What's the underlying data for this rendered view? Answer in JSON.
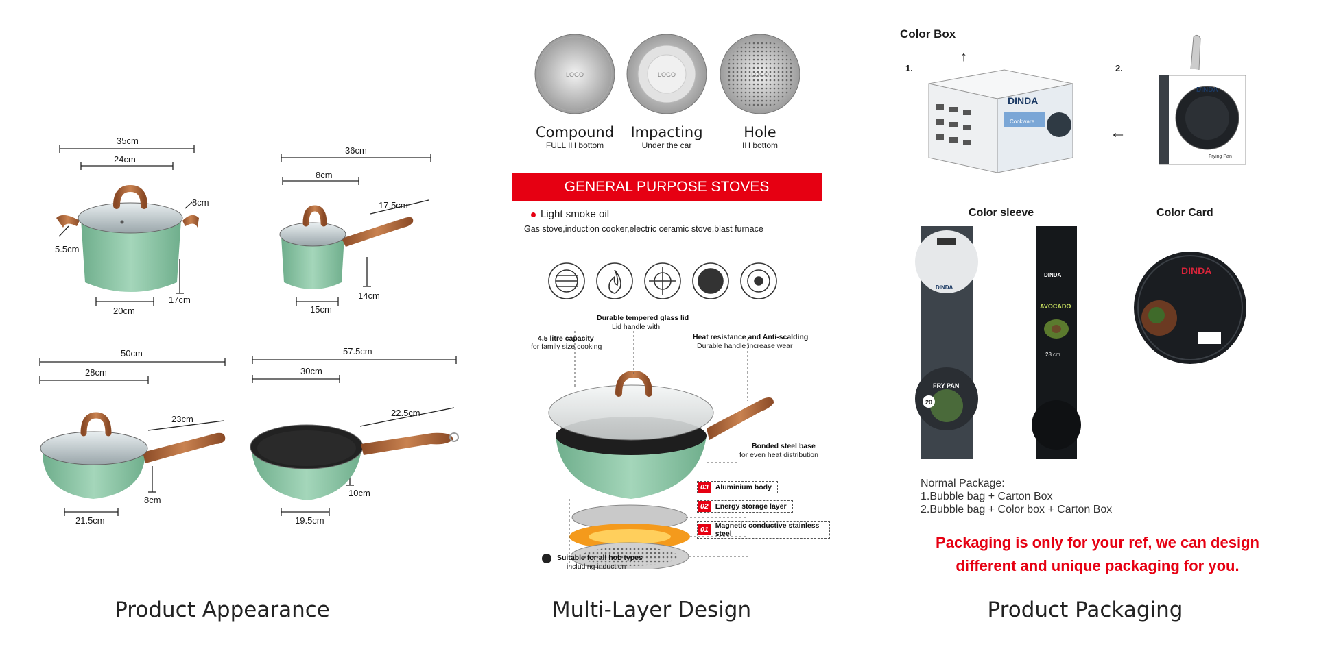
{
  "appearance": {
    "pot1": {
      "w_top": "35cm",
      "w_inner": "24cm",
      "handle": "8cm",
      "side": "5.5cm",
      "h": "17cm",
      "base": "20cm"
    },
    "pot2": {
      "w_top": "36cm",
      "w_inner": "8cm",
      "handle": "17.5cm",
      "h": "14cm",
      "base": "15cm"
    },
    "pot3": {
      "w_top": "50cm",
      "w_inner": "28cm",
      "handle": "23cm",
      "h": "8cm",
      "base": "21.5cm"
    },
    "pot4": {
      "w_top": "57.5cm",
      "w_inner": "30cm",
      "handle": "22.5cm",
      "h": "10cm",
      "base": "19.5cm"
    },
    "caption": "Product Appearance"
  },
  "multilayer": {
    "bottoms": [
      {
        "title": "Compound",
        "sub": "FULL IH bottom"
      },
      {
        "title": "Impacting",
        "sub": "Under the car"
      },
      {
        "title": "Hole",
        "sub": "IH bottom"
      }
    ],
    "logo_text": "LOGO",
    "banner": "GENERAL PURPOSE STOVES",
    "bullet": "Light smoke oil",
    "stoves": "Gas stove,induction cooker,electric ceramic stove,blast furnace",
    "callouts": {
      "lid_title": "Durable tempered glass lid",
      "lid_sub": "Lid handle with",
      "cap_title": "4.5 litre capacity",
      "cap_sub": "for family size cooking",
      "heat_title": "Heat resistance and Anti-scalding",
      "heat_sub": "Durable handle increase wear",
      "base_title": "Bonded steel base",
      "base_sub": "for even heat distribution",
      "hob_title": "Suitable for all hob types",
      "hob_sub": "including induction"
    },
    "layers": [
      {
        "num": "03",
        "label": "Aluminium body"
      },
      {
        "num": "02",
        "label": "Energy storage layer"
      },
      {
        "num": "01",
        "label": "Magnetic conductive stainless steel"
      }
    ],
    "caption": "Multi-Layer Design"
  },
  "packaging": {
    "color_box": "Color Box",
    "num1": "1.",
    "num2": "2.",
    "brand": "DINDA",
    "brand_small": "Cookware",
    "frying_label": "Frying Pan",
    "color_sleeve": "Color sleeve",
    "color_card": "Color Card",
    "sleeve1_label": "FRY PAN",
    "sleeve1_size": "20",
    "sleeve2_label": "AVOCADO",
    "sleeve2_size": "28 cm",
    "normal_title": "Normal Package:",
    "normal_1": "1.Bubble bag + Carton Box",
    "normal_2": "2.Bubble bag + Color box + Carton Box",
    "red_note_1": "Packaging is only for your ref, we can design",
    "red_note_2": "different and unique packaging for you.",
    "caption": "Product Packaging"
  },
  "colors": {
    "pot_green": "#8fc7a8",
    "handle_brown": "#b0683c",
    "banner_red": "#e60012",
    "orange_layer": "#f49a1c"
  }
}
